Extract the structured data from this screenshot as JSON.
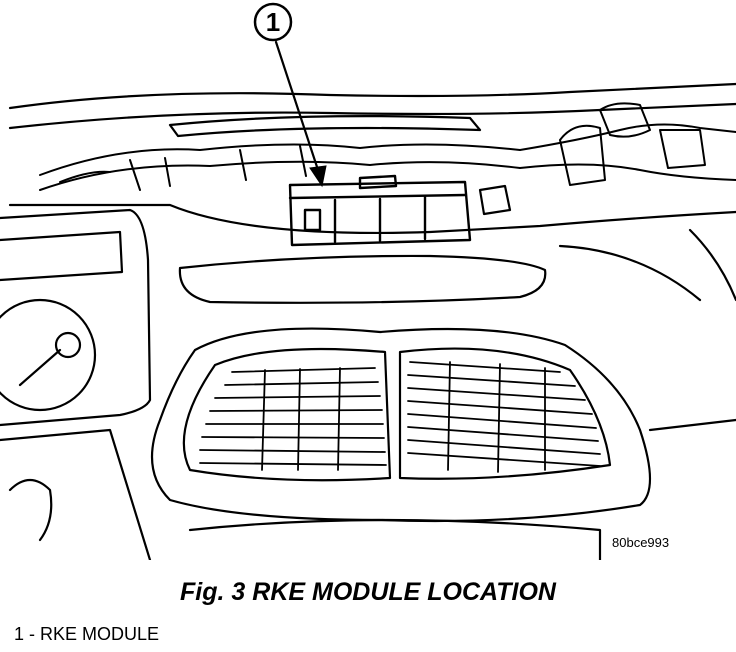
{
  "figure": {
    "callout_number": "1",
    "image_code": "80bce993"
  },
  "caption": "Fig. 3 RKE MODULE LOCATION",
  "legend": [
    {
      "label": "1 - RKE MODULE"
    }
  ]
}
